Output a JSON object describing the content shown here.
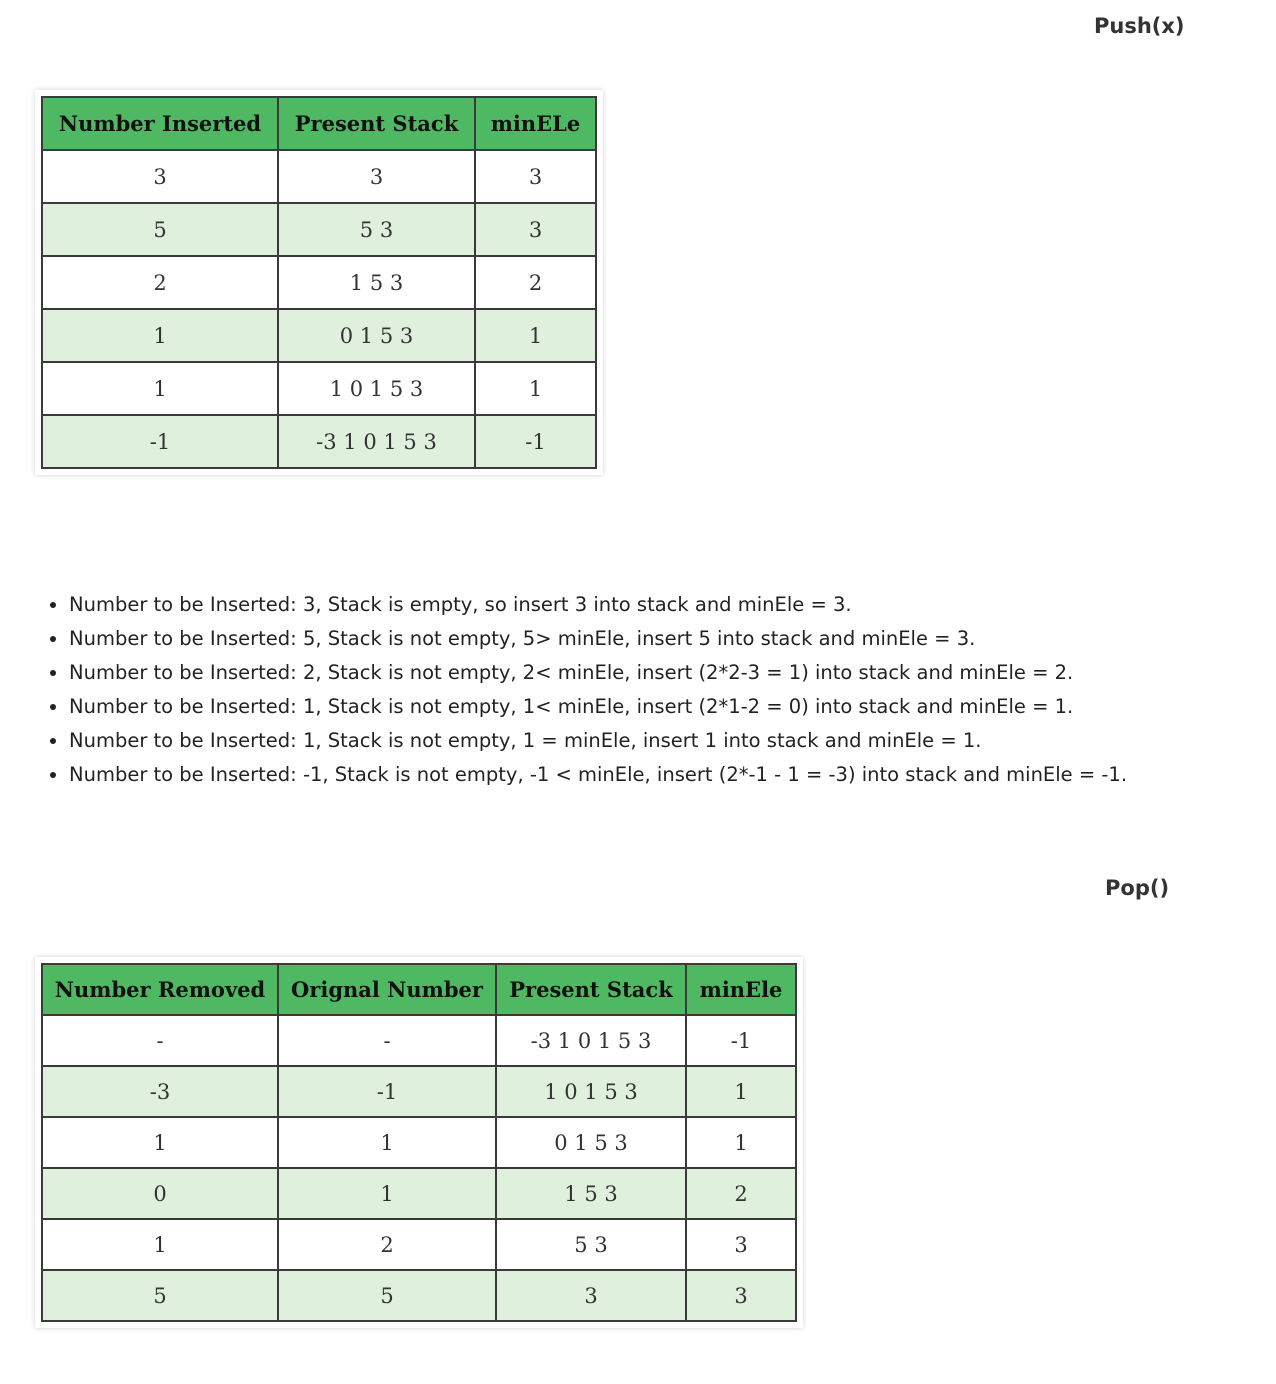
{
  "push_section": {
    "heading": "Push(x)",
    "table": {
      "headers": [
        "Number Inserted",
        "Present Stack",
        "minELe"
      ],
      "rows": [
        [
          "3",
          "3",
          "3"
        ],
        [
          "5",
          "5 3",
          "3"
        ],
        [
          "2",
          "1 5 3",
          "2"
        ],
        [
          "1",
          "0 1 5 3",
          "1"
        ],
        [
          "1",
          "1 0 1 5 3",
          "1"
        ],
        [
          "-1",
          "-3 1 0 1 5 3",
          "-1"
        ]
      ]
    }
  },
  "steps": [
    "Number to be Inserted: 3, Stack is empty, so insert 3 into stack and minEle = 3.",
    "Number to be Inserted: 5, Stack is not empty, 5> minEle, insert 5 into stack and minEle = 3.",
    "Number to be Inserted: 2, Stack is not empty, 2< minEle, insert (2*2-3 = 1) into stack and minEle = 2.",
    "Number to be Inserted: 1, Stack is not empty, 1< minEle, insert (2*1-2 = 0) into stack and minEle = 1.",
    "Number to be Inserted: 1, Stack is not empty, 1 = minEle, insert 1 into stack and minEle = 1.",
    "Number to be Inserted: -1, Stack is not empty, -1 < minEle, insert (2*-1 - 1 = -3) into stack and minEle = -1."
  ],
  "pop_section": {
    "heading": "Pop()",
    "table": {
      "headers": [
        "Number Removed",
        "Orignal Number",
        "Present Stack",
        "minEle"
      ],
      "rows": [
        [
          "-",
          "-",
          "-3 1 0 1 5 3",
          "-1"
        ],
        [
          "-3",
          "-1",
          "1 0 1 5 3",
          "1"
        ],
        [
          "1",
          "1",
          "0 1 5 3",
          "1"
        ],
        [
          "0",
          "1",
          "1 5 3",
          "2"
        ],
        [
          "1",
          "2",
          "5 3",
          "3"
        ],
        [
          "5",
          "5",
          "3",
          "3"
        ]
      ]
    }
  }
}
